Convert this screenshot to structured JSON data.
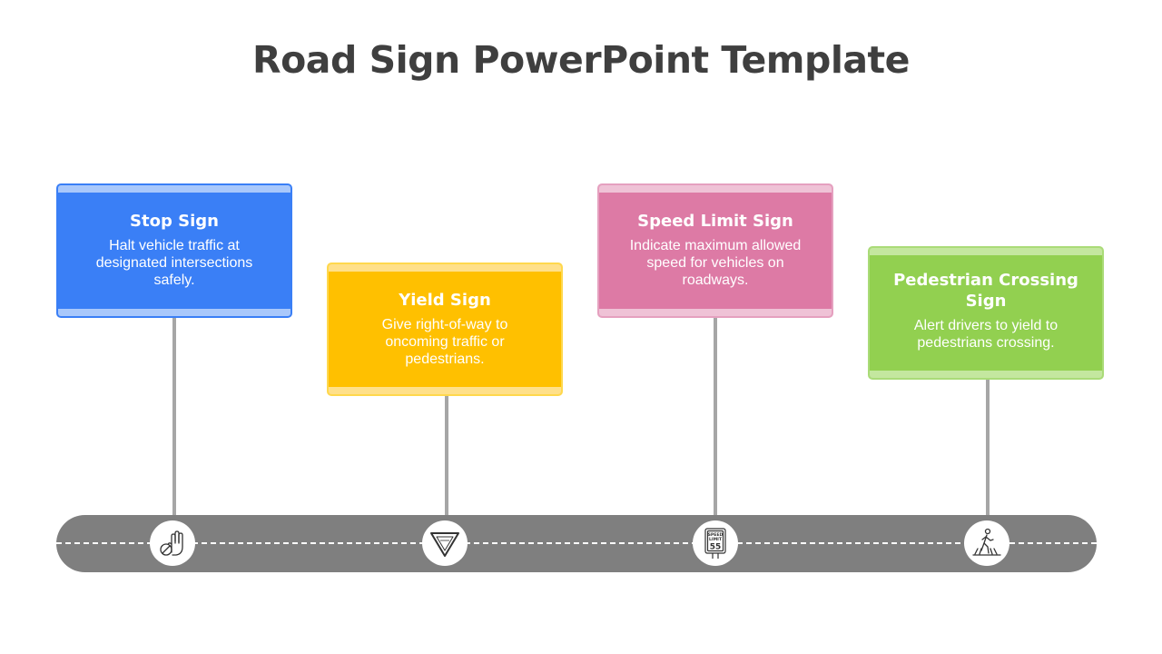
{
  "title": "Road Sign PowerPoint Template",
  "steps": [
    {
      "title": "Stop Sign",
      "description": "Halt vehicle traffic at designated intersections safely.",
      "color": "#3a7ff6",
      "icon": "stop-hand-icon"
    },
    {
      "title": "Yield Sign",
      "description": "Give right-of-way to oncoming traffic or pedestrians.",
      "color": "#ffc000",
      "icon": "yield-sign-icon"
    },
    {
      "title": "Speed Limit Sign",
      "description": "Indicate maximum allowed speed for vehicles on roadways.",
      "color": "#dd7aa5",
      "icon": "speed-limit-sign-icon",
      "icon_text": {
        "top": "SPEED",
        "mid": "LIMIT",
        "value": "55"
      }
    },
    {
      "title": "Pedestrian Crossing Sign",
      "description": "Alert drivers to yield to pedestrians crossing.",
      "color": "#92d050",
      "icon": "pedestrian-crossing-icon"
    }
  ]
}
